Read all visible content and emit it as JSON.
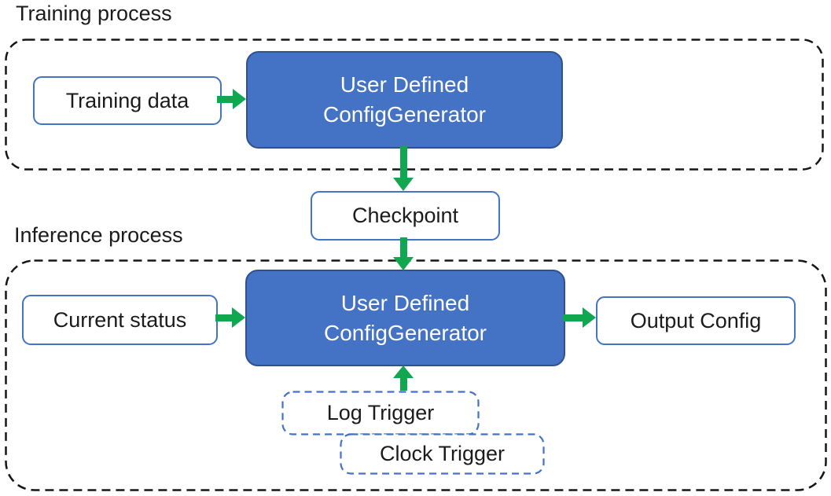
{
  "colors": {
    "box_blue_fill": "#4472C4",
    "box_blue_border": "#2F528F",
    "outline_blue": "#4472C4",
    "arrow_green": "#10A750",
    "container_dash": "#161616",
    "text_dark": "#1b1b1b",
    "text_light": "#ffffff"
  },
  "sections": {
    "training": {
      "label": "Training process"
    },
    "inference": {
      "label": "Inference process"
    }
  },
  "nodes": {
    "training_data": {
      "label": "Training data"
    },
    "training_generator": {
      "line1": "User Defined",
      "line2": "ConfigGenerator"
    },
    "checkpoint": {
      "label": "Checkpoint"
    },
    "current_status": {
      "label": "Current status"
    },
    "inference_generator": {
      "line1": "User Defined",
      "line2": "ConfigGenerator"
    },
    "output_config": {
      "label": "Output Config"
    },
    "log_trigger": {
      "label": "Log Trigger"
    },
    "clock_trigger": {
      "label": "Clock Trigger"
    }
  },
  "edges": [
    {
      "from": "training_data",
      "to": "training_generator",
      "direction": "right"
    },
    {
      "from": "training_generator",
      "to": "checkpoint",
      "direction": "down"
    },
    {
      "from": "checkpoint",
      "to": "inference_generator",
      "direction": "down"
    },
    {
      "from": "current_status",
      "to": "inference_generator",
      "direction": "right"
    },
    {
      "from": "inference_generator",
      "to": "output_config",
      "direction": "right"
    },
    {
      "from": "log_trigger",
      "to": "inference_generator",
      "direction": "up"
    }
  ]
}
